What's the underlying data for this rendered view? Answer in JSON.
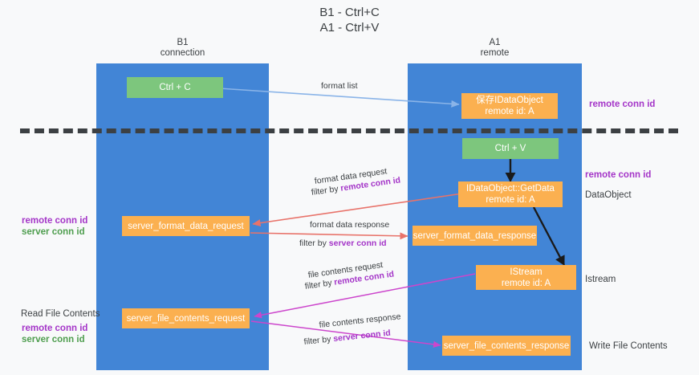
{
  "title": {
    "line1": "B1 - Ctrl+C",
    "line2": "A1 - Ctrl+V"
  },
  "columns": [
    {
      "id": "b1",
      "name": "B1",
      "role": "connection"
    },
    {
      "id": "a1",
      "name": "A1",
      "role": "remote"
    }
  ],
  "nodes": {
    "ctrl_c": {
      "line1": "Ctrl + C",
      "line2": ""
    },
    "save_idataobject": {
      "line1": "保存IDataObject",
      "line2": "remote id: A"
    },
    "ctrl_v": {
      "line1": "Ctrl + V",
      "line2": ""
    },
    "idataobject_getdata": {
      "line1": "IDataObject::GetData",
      "line2": "remote id: A"
    },
    "server_format_data_request": {
      "line1": "server_format_data_request",
      "line2": ""
    },
    "server_format_data_response": {
      "line1": "server_format_data_response",
      "line2": ""
    },
    "istream": {
      "line1": "IStream",
      "line2": "remote id: A"
    },
    "server_file_contents_request": {
      "line1": "server_file_contents_request",
      "line2": ""
    },
    "server_file_contents_response": {
      "line1": "server_file_contents_response",
      "line2": ""
    }
  },
  "edge_labels": {
    "format_list": {
      "text": "format list"
    },
    "format_data_request": {
      "text": "format data request"
    },
    "format_data_request_filter": {
      "prefix": "filter by ",
      "key": "remote conn id"
    },
    "format_data_response": {
      "text": "format data response"
    },
    "format_data_response_filter": {
      "prefix": "filter by ",
      "key": "server conn id"
    },
    "file_contents_request": {
      "text": "file contents request"
    },
    "file_contents_request_filter": {
      "prefix": "filter by ",
      "key": "remote conn id"
    },
    "file_contents_response": {
      "text": "file contents response"
    },
    "file_contents_response_filter": {
      "prefix": "filter by ",
      "key": "server conn id"
    }
  },
  "annotations": {
    "right_remote_conn_id_top": "remote conn id",
    "right_remote_conn_id_mid": "remote conn id",
    "right_dataobject": "DataObject",
    "right_istream": "Istream",
    "right_write_file_contents": "Write File Contents",
    "left_remote_conn_id_mid": "remote conn id",
    "left_server_conn_id_mid": "server conn id",
    "left_read_file_contents": "Read File Contents",
    "left_remote_conn_id_bottom": "remote conn id",
    "left_server_conn_id_bottom": "server conn id"
  },
  "colors": {
    "column_blue": "#4285d6",
    "node_green": "#7dc67d",
    "node_orange": "#fbb050",
    "purple": "#a435c8",
    "green_text": "#4f9e4f",
    "arrow_blue": "#8ab4e8",
    "arrow_red": "#e8736a",
    "arrow_magenta": "#cc46cc",
    "arrow_black": "#1a1a1a",
    "divider": "#3c4043",
    "background": "#f8f9fa"
  }
}
